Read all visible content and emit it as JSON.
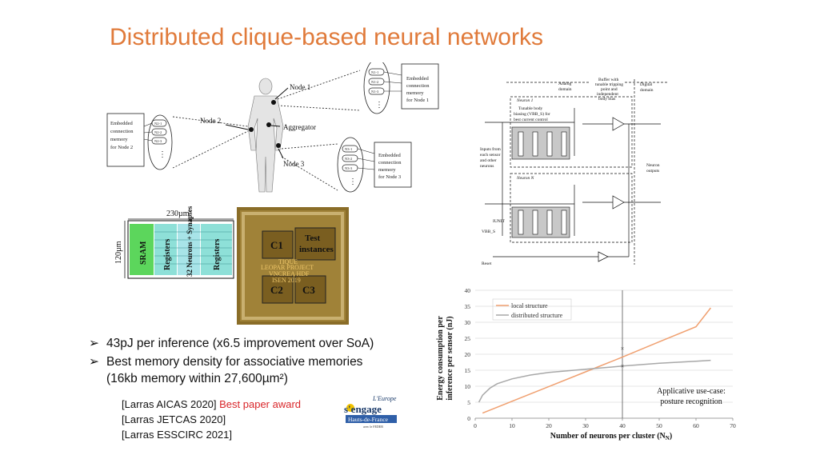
{
  "slide": {
    "title": "Distributed clique-based neural networks"
  },
  "body_network": {
    "node1": "Node 1",
    "node2": "Node 2",
    "node3": "Node 3",
    "aggregator": "Aggregator",
    "mem1": [
      "Embedded",
      "connection",
      "memory",
      "for Node 1"
    ],
    "mem2": [
      "Embedded",
      "connection",
      "memory",
      "for Node 2"
    ],
    "mem3": [
      "Embedded",
      "connection",
      "memory",
      "for Node 3"
    ],
    "n1_labels": [
      "N1-1",
      "N1-2",
      "N1-3"
    ],
    "n2_labels": [
      "N2-1",
      "N2-2",
      "N2-3"
    ],
    "n3_labels": [
      "N3-1",
      "N3-2",
      "N3-3"
    ]
  },
  "layout_diagram": {
    "width_label": "230µm",
    "height_label": "120µm",
    "blocks": [
      "SRAM",
      "Registers",
      "32 Neurons + Synapses",
      "Registers"
    ]
  },
  "die_photo": {
    "c1": "C1",
    "c2": "C2",
    "c3": "C3",
    "test": [
      "Test",
      "instances"
    ],
    "overlay": [
      "TIQUE",
      "LEOPAR PROJECT",
      "VNCREA HDF",
      "ISEN 2019"
    ]
  },
  "circuit": {
    "analog": [
      "Analog",
      "domain"
    ],
    "digital": [
      "Digital",
      "domain"
    ],
    "buffer": [
      "Buffer with",
      "tunable tripping",
      "point and",
      "independent",
      "body bias"
    ],
    "neuron1": "Neuron 1",
    "neuronN": "Neuron N",
    "tunable": [
      "Tunable body",
      "biasing (VBB_S) for",
      "best current control"
    ],
    "inputs": [
      "Inputs from",
      "each sensor",
      "and other",
      "neurons"
    ],
    "outputs": [
      "Neuron",
      "outputs"
    ],
    "reset": "Reset",
    "ivn": "IUNIT",
    "vbb": "VBB_S"
  },
  "bullets": [
    "43pJ per inference (x6.5 improvement over SoA)",
    "Best memory density for associative memories",
    "(16kb memory within 27,600µm²)"
  ],
  "references": [
    {
      "text": "[Larras AICAS 2020]",
      "award": "Best paper award"
    },
    {
      "text": "[Larras JETCAS 2020]",
      "award": ""
    },
    {
      "text": "[Larras ESSCIRC 2021]",
      "award": ""
    }
  ],
  "logo": {
    "top": "L'Europe",
    "word": "s'engage",
    "region": "Hauts-de-France",
    "fund": "avec le FEDER"
  },
  "chart_data": {
    "type": "line",
    "title": "",
    "xlabel": "Number of neurons per cluster (N",
    "xlabel_sub": "N",
    "xlabel_end": ")",
    "ylabel": [
      "Energy consumption per",
      "inference per sensor (nJ)"
    ],
    "xlim": [
      0,
      70
    ],
    "ylim": [
      0,
      40
    ],
    "x_ticks": [
      0,
      10,
      20,
      30,
      40,
      50,
      60,
      70
    ],
    "y_ticks": [
      0,
      5,
      10,
      15,
      20,
      25,
      30,
      35,
      40
    ],
    "series": [
      {
        "name": "local structure",
        "color": "#f0a070",
        "x": [
          2,
          10,
          20,
          30,
          40,
          50,
          60,
          64
        ],
        "y": [
          1.6,
          5.3,
          9.9,
          14.5,
          19.1,
          23.9,
          28.6,
          34.5
        ]
      },
      {
        "name": "distributed structure",
        "color": "#a8a8a8",
        "x": [
          1,
          2,
          4,
          6,
          10,
          15,
          20,
          30,
          40,
          50,
          60,
          64
        ],
        "y": [
          5.0,
          7.2,
          9.4,
          10.8,
          12.3,
          13.5,
          14.3,
          15.3,
          16.3,
          17.2,
          17.8,
          18.1
        ]
      }
    ],
    "markers": [
      {
        "x": 40,
        "y": 21.8
      },
      {
        "x": 40,
        "y": 16.3
      }
    ],
    "vline_x": 40,
    "annotation": [
      "Applicative use-case:",
      "posture recognition"
    ]
  }
}
